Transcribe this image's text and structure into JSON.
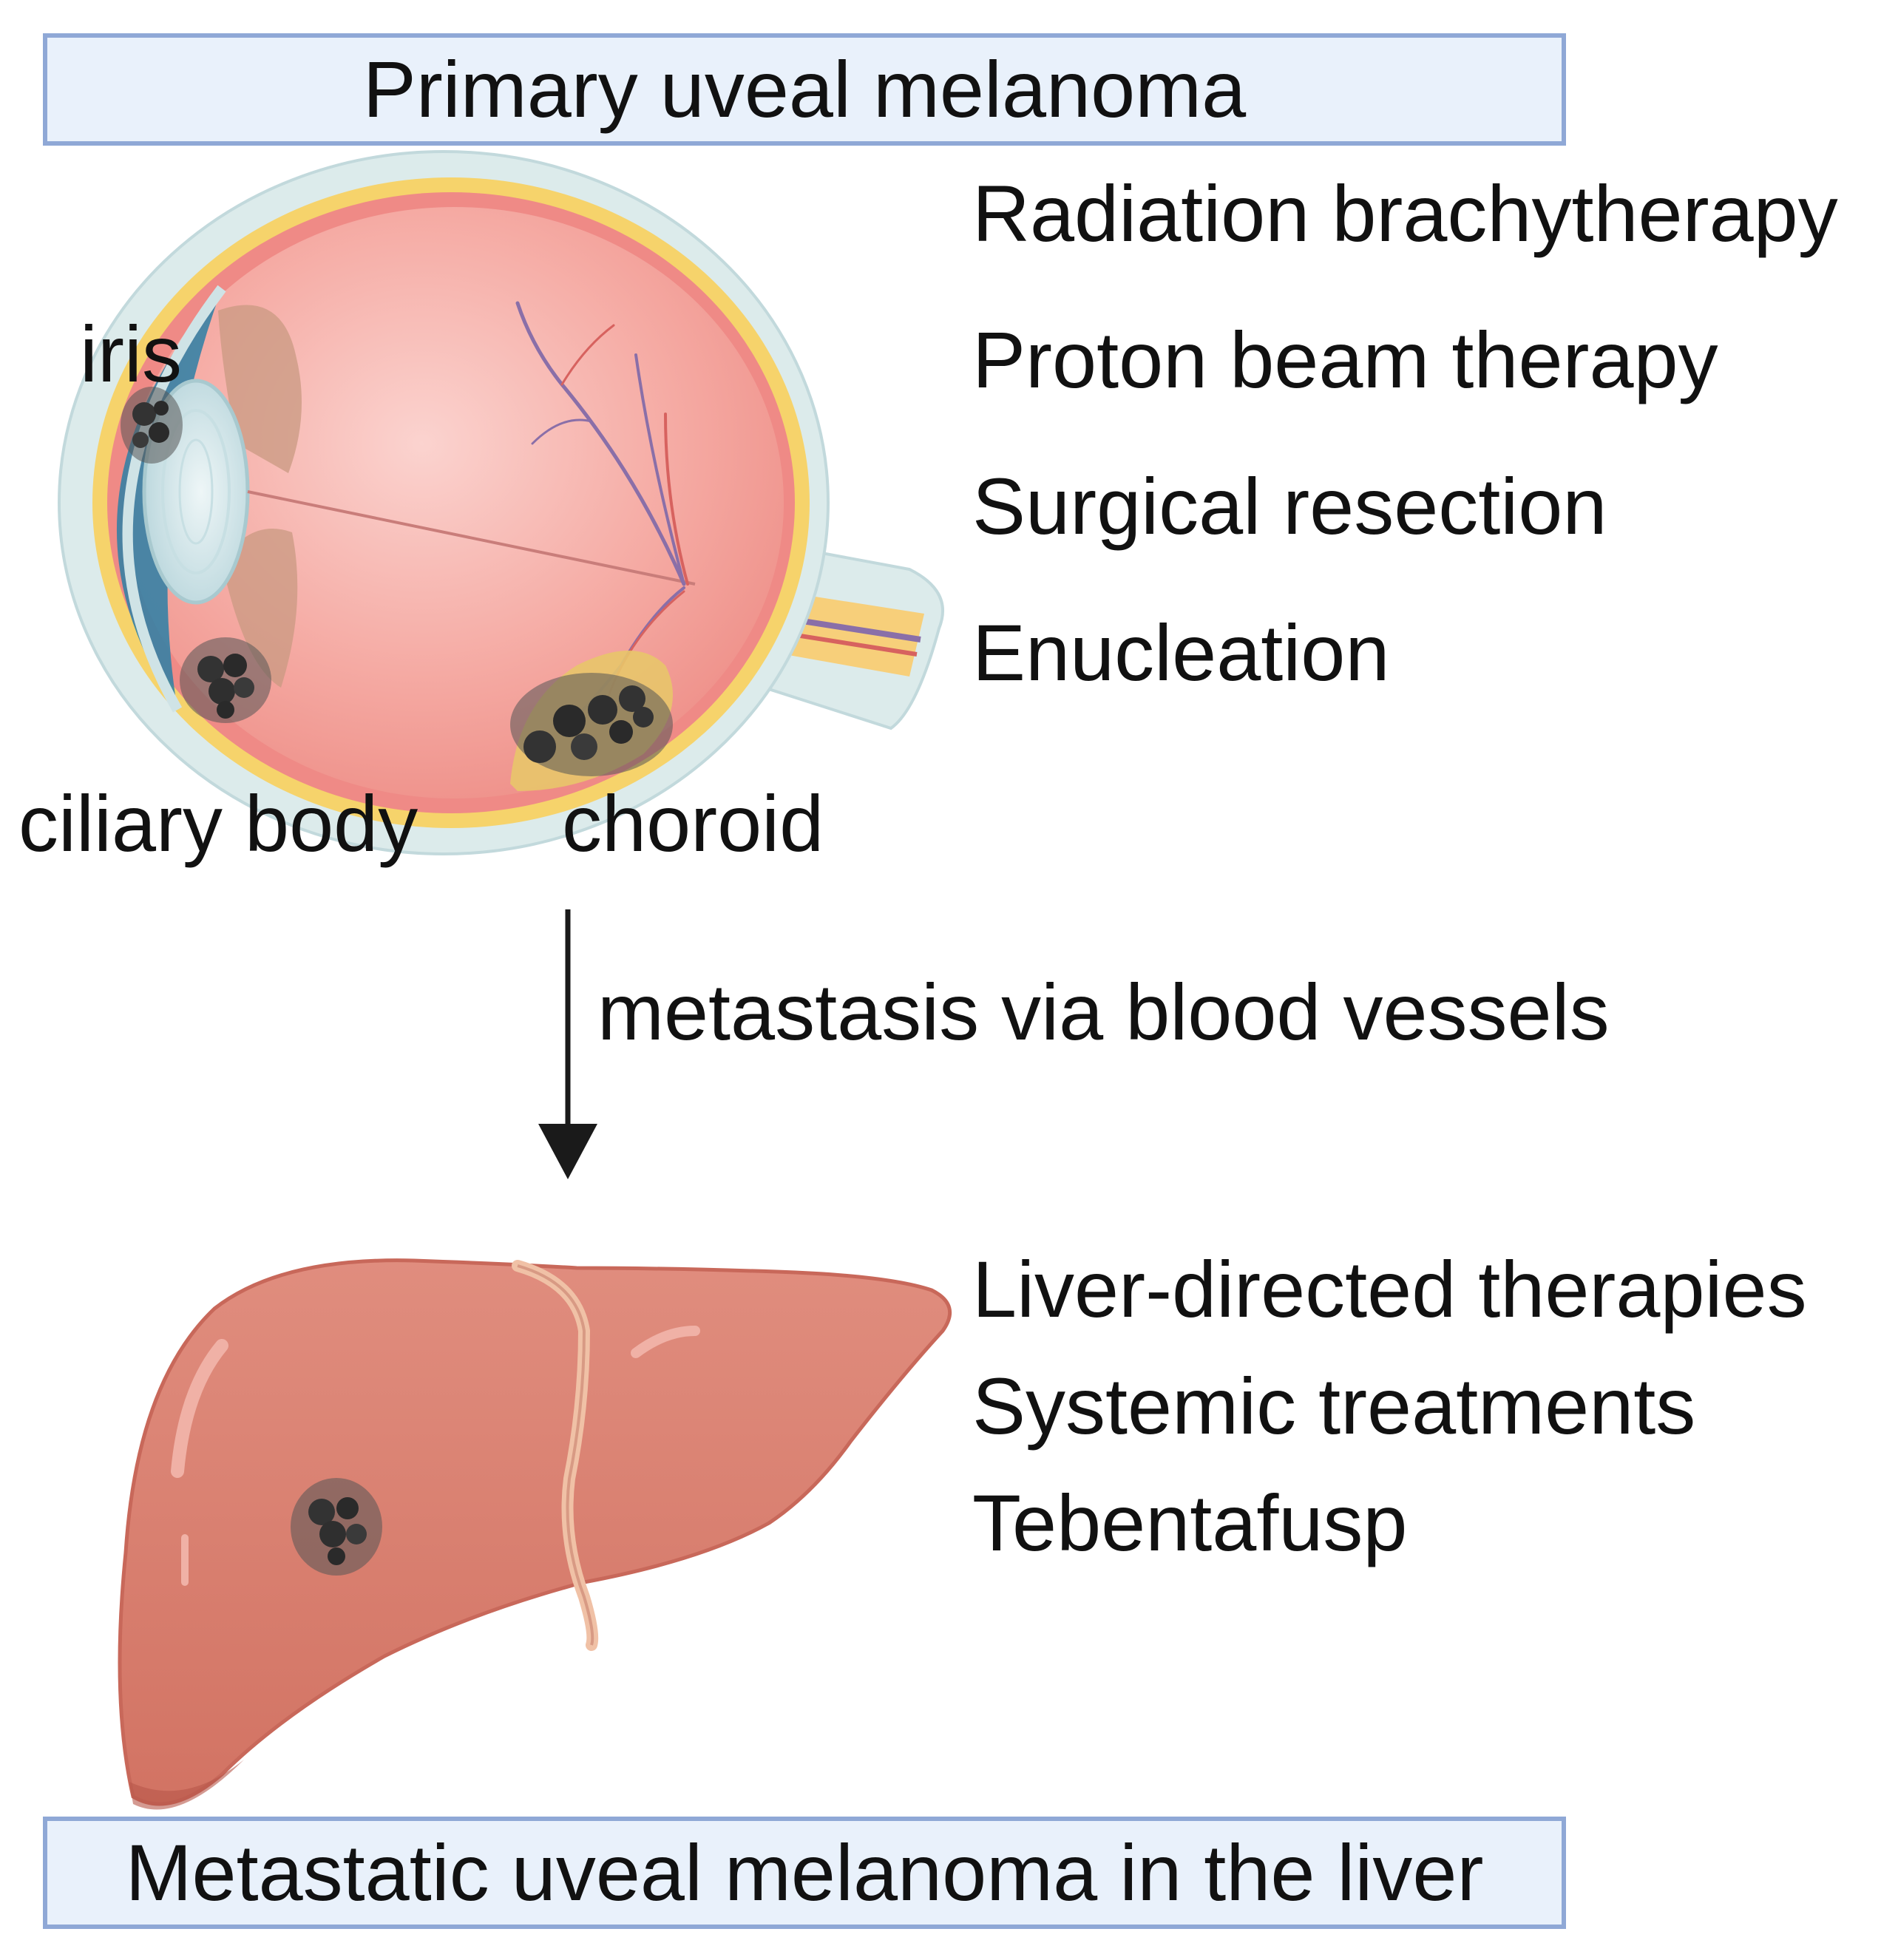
{
  "header": {
    "title": "Primary uveal melanoma"
  },
  "footer": {
    "title": "Metastatic uveal melanoma in the liver"
  },
  "eye": {
    "labels": {
      "iris": "iris",
      "ciliary_body": "ciliary body",
      "choroid": "choroid"
    },
    "treatments": [
      "Radiation brachytherapy",
      "Proton beam therapy",
      "Surgical resection",
      "Enucleation"
    ]
  },
  "arrow": {
    "label": "metastasis via blood vessels"
  },
  "liver": {
    "treatments": [
      "Liver-directed therapies",
      "Systemic treatments",
      "Tebentafusp"
    ]
  },
  "colors": {
    "title_box_fill": "#e9f1fb",
    "title_box_border": "#8fa8d6",
    "eye_interior": "#f4a6a0",
    "sclera_outer": "#dcebeb",
    "retina_yellow": "#f6d36b",
    "liver_fill": "#d98273",
    "tumor": "#333333",
    "arrow": "#1a1a1a"
  }
}
